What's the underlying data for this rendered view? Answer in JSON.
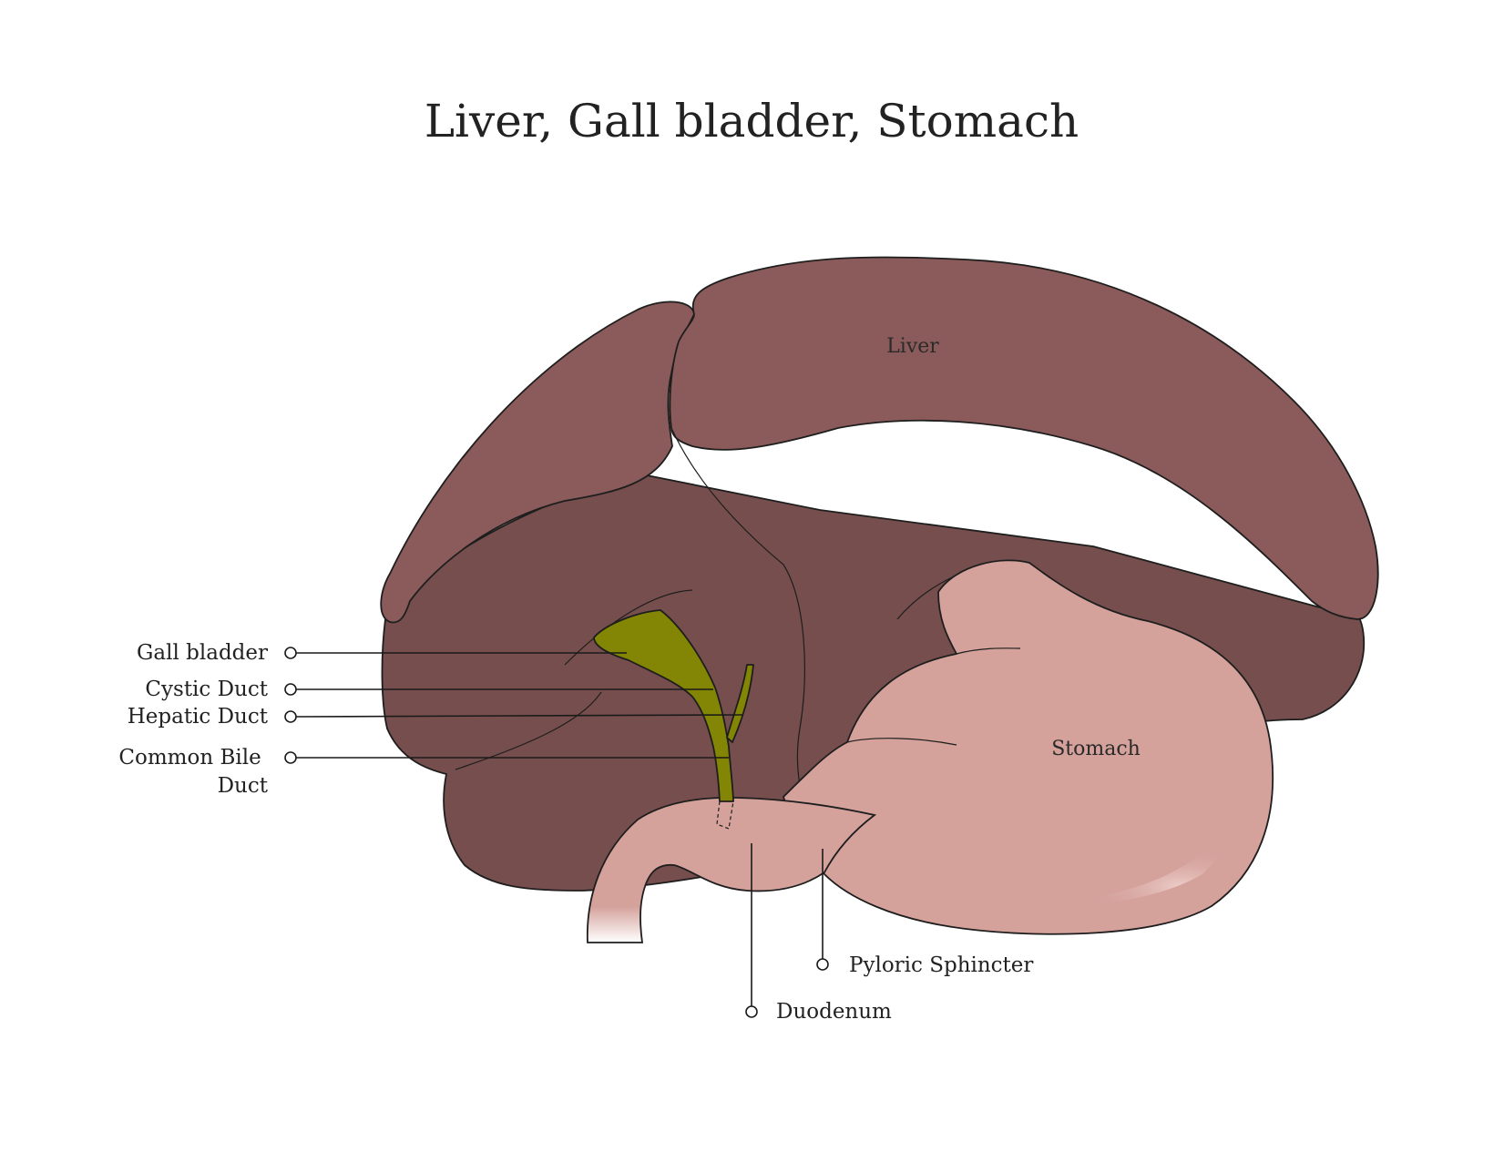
{
  "title": "Liver, Gall bladder, Stomach",
  "organs": {
    "liver": "Liver",
    "stomach": "Stomach"
  },
  "callouts": {
    "gall_bladder": "Gall bladder",
    "cystic_duct": "Cystic Duct",
    "hepatic_duct": "Hepatic Duct",
    "common_bile_duct_line1": "Common Bile",
    "common_bile_duct_line2": "Duct",
    "pyloric_sphincter": "Pyloric Sphincter",
    "duodenum": "Duodenum"
  },
  "colors": {
    "liver_light": "#8a5b5a",
    "liver_dark": "#764e4d",
    "stomach": "#d4a19b",
    "stomach_highlight": "#ecc9c4",
    "gall_bladder": "#838504",
    "outline": "#1e1e1e",
    "background": "#ffffff"
  }
}
